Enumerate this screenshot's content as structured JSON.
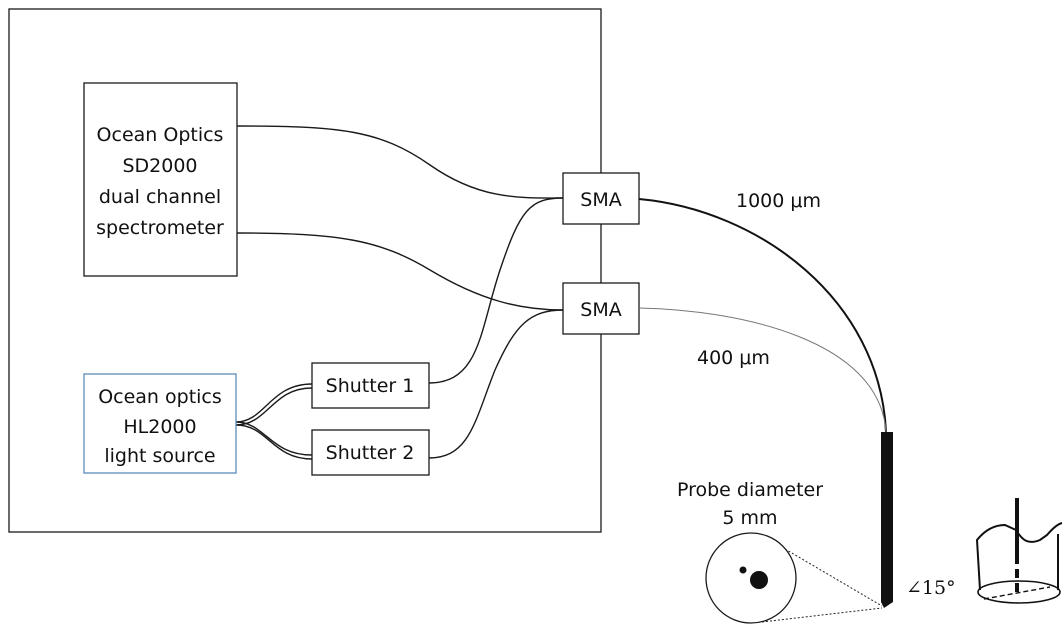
{
  "spectrometer": {
    "line1": "Ocean Optics",
    "line2": "SD2000",
    "line3": "dual channel",
    "line4": "spectrometer"
  },
  "light_source": {
    "line1": "Ocean optics",
    "line2": "HL2000",
    "line3": "light source",
    "border_color": "#5b8db8"
  },
  "shutters": {
    "shutter1": "Shutter 1",
    "shutter2": "Shutter 2"
  },
  "connectors": {
    "sma_top": "SMA",
    "sma_bottom": "SMA"
  },
  "fibers": {
    "thick_label": "1000 μm",
    "thin_label": "400 μm"
  },
  "probe": {
    "diameter_title": "Probe diameter",
    "diameter_value": "5 mm",
    "angle_label": "∠15°"
  }
}
